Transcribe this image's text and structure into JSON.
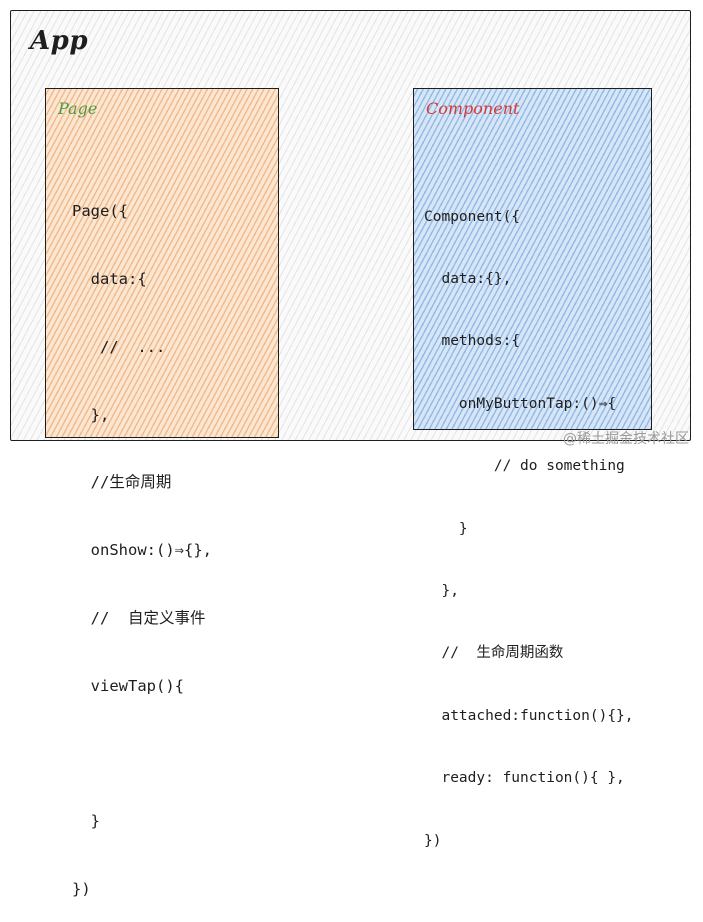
{
  "app": {
    "title": "App"
  },
  "page": {
    "label": "Page",
    "code_lines": [
      "Page({",
      "  data:{",
      "   //  ...",
      "  },",
      "  //生命周期",
      "  onShow:()⇒{},",
      "  //  自定义事件",
      "  viewTap(){",
      "",
      "  }",
      "})"
    ]
  },
  "component": {
    "label": "Component",
    "code_lines": [
      "Component({",
      "  data:{},",
      "  methods:{",
      "    onMyButtonTap:()⇒{",
      "        // do something",
      "    }",
      "  },",
      "  //  生命周期函数",
      "  attached:function(){},",
      "  ready: function(){ },",
      "})"
    ]
  },
  "watermark": "@稀土掘金技术社区"
}
